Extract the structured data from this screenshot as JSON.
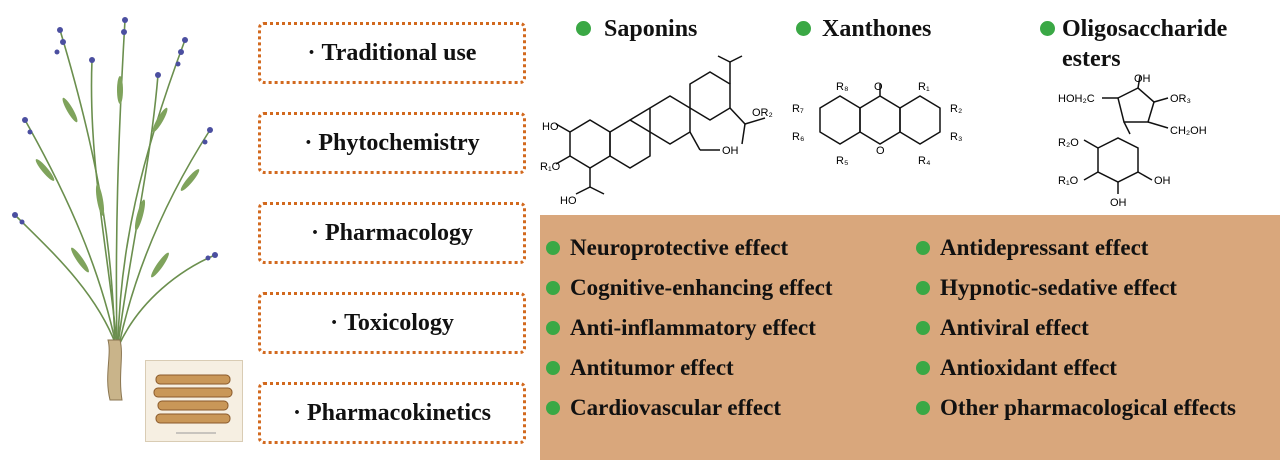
{
  "topics": [
    "Traditional use",
    "Phytochemistry",
    "Pharmacology",
    "Toxicology",
    "Pharmacokinetics"
  ],
  "topic_bullet": "·",
  "compound_classes": {
    "saponins": "Saponins",
    "xanthones": "Xanthones",
    "oligosaccharide_esters": "Oligosaccharide esters"
  },
  "effects_left": [
    "Neuroprotective effect",
    "Cognitive-enhancing effect",
    "Anti-inflammatory effect",
    "Antitumor effect",
    "Cardiovascular effect"
  ],
  "effects_right": [
    "Antidepressant effect",
    "Hypnotic-sedative effect",
    "Antiviral effect",
    "Antioxidant effect",
    "Other pharmacological effects"
  ],
  "colors": {
    "box_border": "#d2691e",
    "bullet": "#3aa845",
    "panel": "#d9a77c"
  }
}
